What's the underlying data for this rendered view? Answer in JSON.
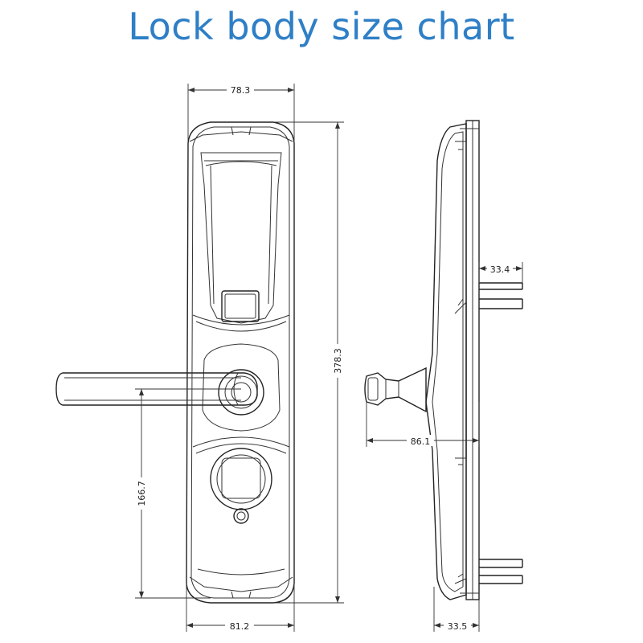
{
  "title": "Lock body size chart",
  "dimensions": {
    "top_width": "78.3",
    "bottom_width": "81.2",
    "total_height": "378.3",
    "handle_to_bottom": "166.7",
    "spindle_side": "33.4",
    "handle_depth": "86.1",
    "bottom_side": "33.5"
  },
  "colors": {
    "title": "#2e7fc6",
    "line": "#222222"
  }
}
